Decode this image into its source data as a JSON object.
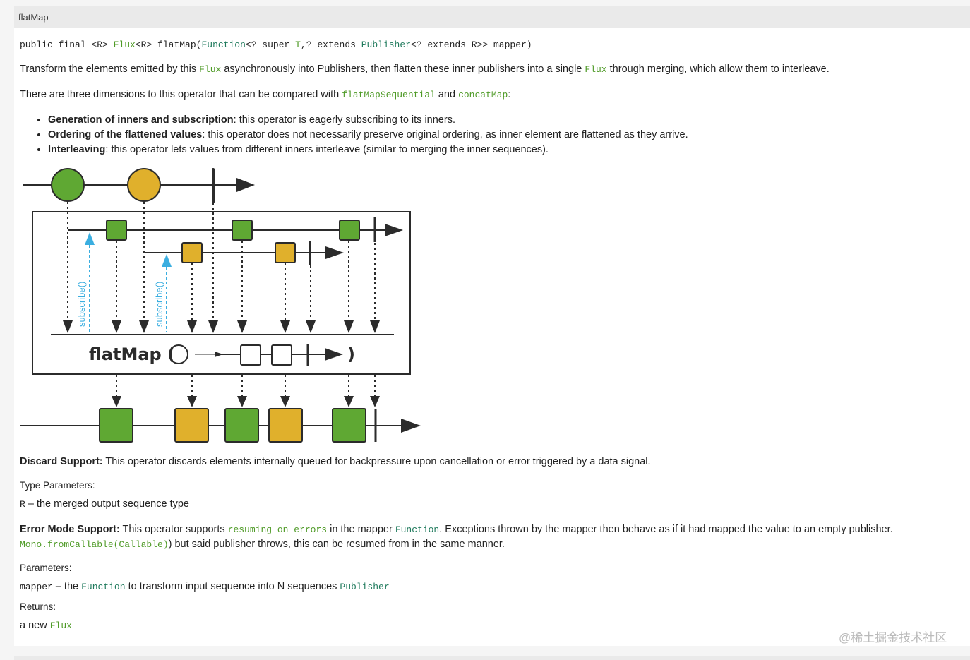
{
  "header": {
    "title": "flatMap"
  },
  "signature": {
    "p1": "public final <R> ",
    "flux": "Flux",
    "p2": "<R> flatMap(",
    "function": "Function",
    "p3": "<? super ",
    "T": "T",
    "p4": ",? extends ",
    "publisher": "Publisher",
    "p5": "<? extends R>> mapper)"
  },
  "description": {
    "p1": "Transform the elements emitted by this ",
    "flux": "Flux",
    "p2": " asynchronously into Publishers, then flatten these inner publishers into a single ",
    "flux2": "Flux",
    "p3": " through merging, which allow them to interleave."
  },
  "dimensions": {
    "p1": "There are three dimensions to this operator that can be compared with ",
    "link1": "flatMapSequential",
    "p2": " and ",
    "link2": "concatMap",
    "p3": ":"
  },
  "bullets": [
    {
      "title": "Generation of inners and subscription",
      "text": ": this operator is eagerly subscribing to its inners."
    },
    {
      "title": "Ordering of the flattened values",
      "text": ": this operator does not necessarily preserve original ordering, as inner element are flattened as they arrive."
    },
    {
      "title": "Interleaving",
      "text": ": this operator lets values from different inners interleave (similar to merging the inner sequences)."
    }
  ],
  "diagram": {
    "operator_label": "flatMap (",
    "close_paren": ")",
    "subscribe_label": "subscribe()",
    "colors": {
      "green": "#5fa833",
      "yellow": "#e0b02c",
      "blue": "#3aaee0",
      "ink": "#2b2b2b"
    }
  },
  "discard": {
    "title": "Discard Support:",
    "text": " This operator discards elements internally queued for backpressure upon cancellation or error triggered by a data signal."
  },
  "type_params": {
    "title": "Type Parameters:",
    "name": "R",
    "text": " – the merged output sequence type"
  },
  "error_mode": {
    "title": "Error Mode Support:",
    "p1": " This operator supports ",
    "link1": "resuming on errors",
    "p2": " in the mapper ",
    "function": "Function",
    "p3": ". Exceptions thrown by the mapper then behave as if it had mapped the value to an empty publisher.",
    "link2": "Mono.fromCallable(Callable)",
    "p4": ") but said publisher throws, this can be resumed from in the same manner."
  },
  "params": {
    "title": "Parameters:",
    "name": "mapper",
    "p1": " – the ",
    "function": "Function",
    "p2": " to transform input sequence into N sequences ",
    "publisher": "Publisher"
  },
  "returns": {
    "title": "Returns:",
    "p1": "a new ",
    "flux": "Flux"
  },
  "watermark": "@稀土掘金技术社区"
}
